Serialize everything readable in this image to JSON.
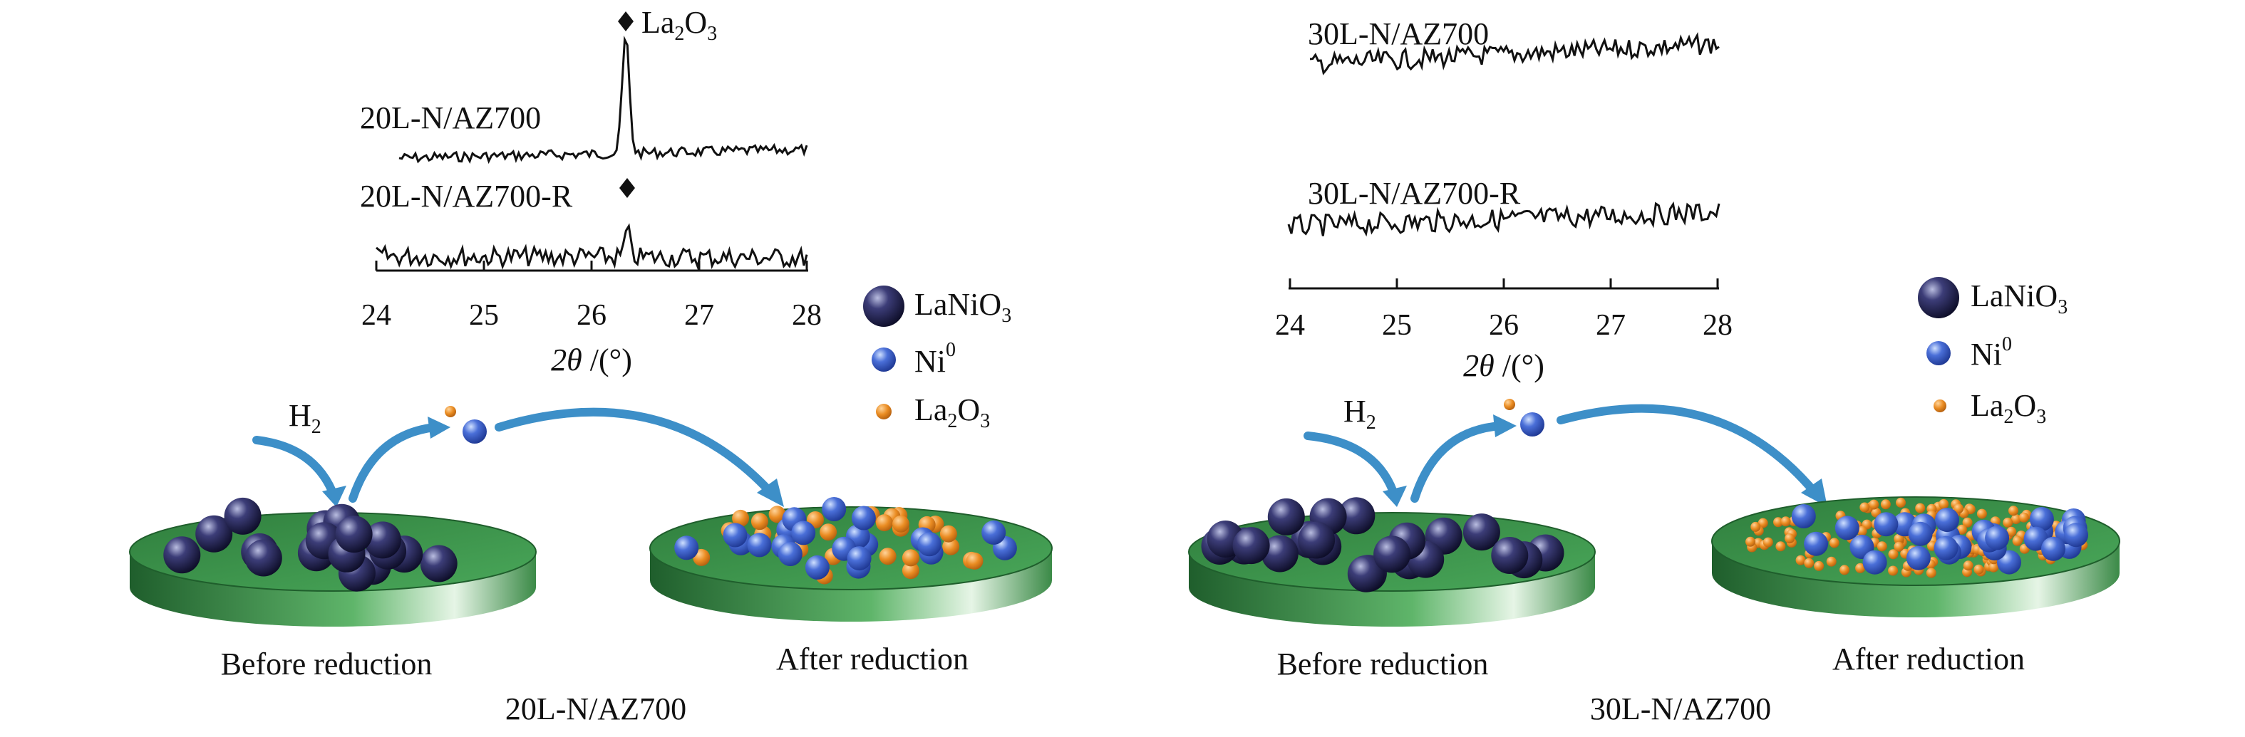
{
  "colors": {
    "disk_top": "#3f9a4e",
    "disk_side": "#2c7a3a",
    "lanio3": "#1d1d48",
    "ni": "#3358c8",
    "la2o3": "#e88b1f",
    "arrow": "#3d8fc8",
    "line": "#111111"
  },
  "left_panel": {
    "peak_label": {
      "base": "La",
      "sub1": "2",
      "mid": "O",
      "sub2": "3"
    },
    "trace_top_label": "20L-N/AZ700",
    "trace_bottom_label": "20L-N/AZ700-R",
    "axis_ticks": [
      "24",
      "25",
      "26",
      "27",
      "28"
    ],
    "axis_title": {
      "theta": "2θ",
      "unit": " /(°)"
    },
    "legend": {
      "lanio3": {
        "base": "LaNiO",
        "sub": "3"
      },
      "ni": {
        "base": "Ni",
        "sup": "0"
      },
      "la2o3": {
        "base": "La",
        "sub1": "2",
        "mid": "O",
        "sub2": "3"
      }
    },
    "h2": {
      "base": "H",
      "sub": "2"
    },
    "before_label": "Before reduction",
    "after_label": "After reduction",
    "panel_caption": "20L-N/AZ700"
  },
  "right_panel": {
    "trace_top_label": "30L-N/AZ700",
    "trace_bottom_label": "30L-N/AZ700-R",
    "axis_ticks": [
      "24",
      "25",
      "26",
      "27",
      "28"
    ],
    "axis_title": {
      "theta": "2θ",
      "unit": " /(°)"
    },
    "legend": {
      "lanio3": {
        "base": "LaNiO",
        "sub": "3"
      },
      "ni": {
        "base": "Ni",
        "sup": "0"
      },
      "la2o3": {
        "base": "La",
        "sub1": "2",
        "mid": "O",
        "sub2": "3"
      }
    },
    "h2": {
      "base": "H",
      "sub": "2"
    },
    "before_label": "Before reduction",
    "after_label": "After reduction",
    "panel_caption": "30L-N/AZ700"
  }
}
